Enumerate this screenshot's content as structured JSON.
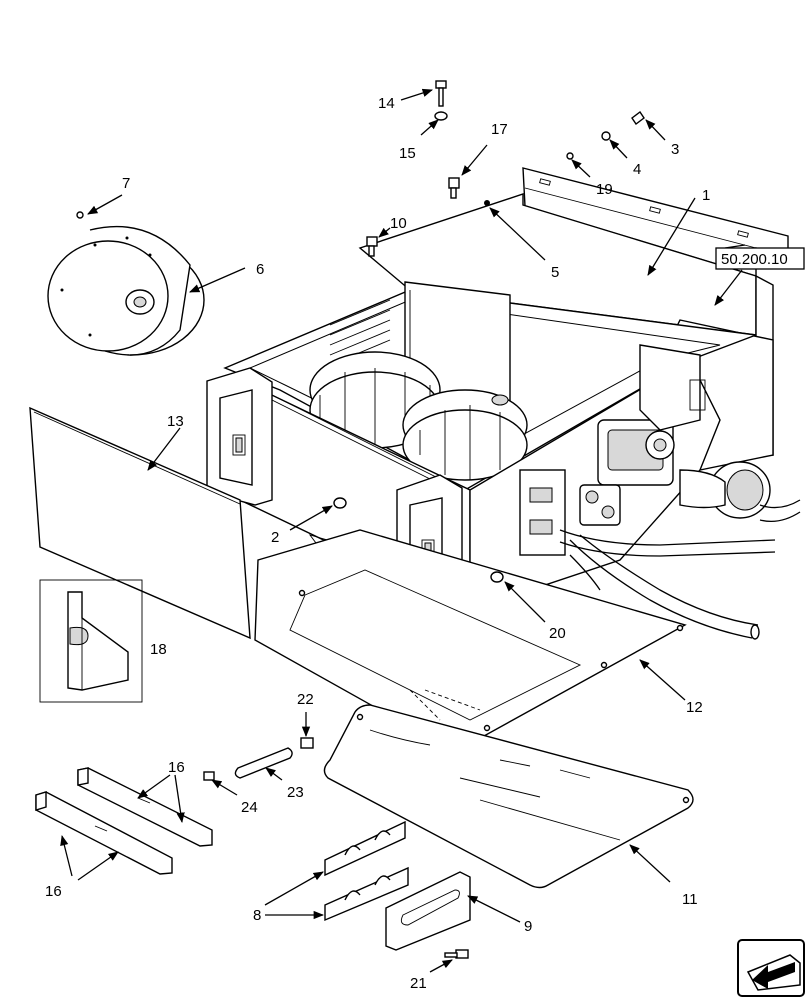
{
  "reference_box": {
    "text": "50.200.10"
  },
  "callouts": [
    {
      "key": "c1",
      "text": "1"
    },
    {
      "key": "c2",
      "text": "2"
    },
    {
      "key": "c3",
      "text": "3"
    },
    {
      "key": "c4",
      "text": "4"
    },
    {
      "key": "c5",
      "text": "5"
    },
    {
      "key": "c6",
      "text": "6"
    },
    {
      "key": "c7",
      "text": "7"
    },
    {
      "key": "c8",
      "text": "8"
    },
    {
      "key": "c9",
      "text": "9"
    },
    {
      "key": "c10",
      "text": "10"
    },
    {
      "key": "c11",
      "text": "11"
    },
    {
      "key": "c12",
      "text": "12"
    },
    {
      "key": "c13",
      "text": "13"
    },
    {
      "key": "c14",
      "text": "14"
    },
    {
      "key": "c15",
      "text": "15"
    },
    {
      "key": "c16a",
      "text": "16"
    },
    {
      "key": "c16b",
      "text": "16"
    },
    {
      "key": "c17",
      "text": "17"
    },
    {
      "key": "c18",
      "text": "18"
    },
    {
      "key": "c19",
      "text": "19"
    },
    {
      "key": "c20",
      "text": "20"
    },
    {
      "key": "c21",
      "text": "21"
    },
    {
      "key": "c22",
      "text": "22"
    },
    {
      "key": "c23",
      "text": "23"
    },
    {
      "key": "c24",
      "text": "24"
    }
  ],
  "nav_icon": {
    "name": "arrow-left-down-icon"
  }
}
